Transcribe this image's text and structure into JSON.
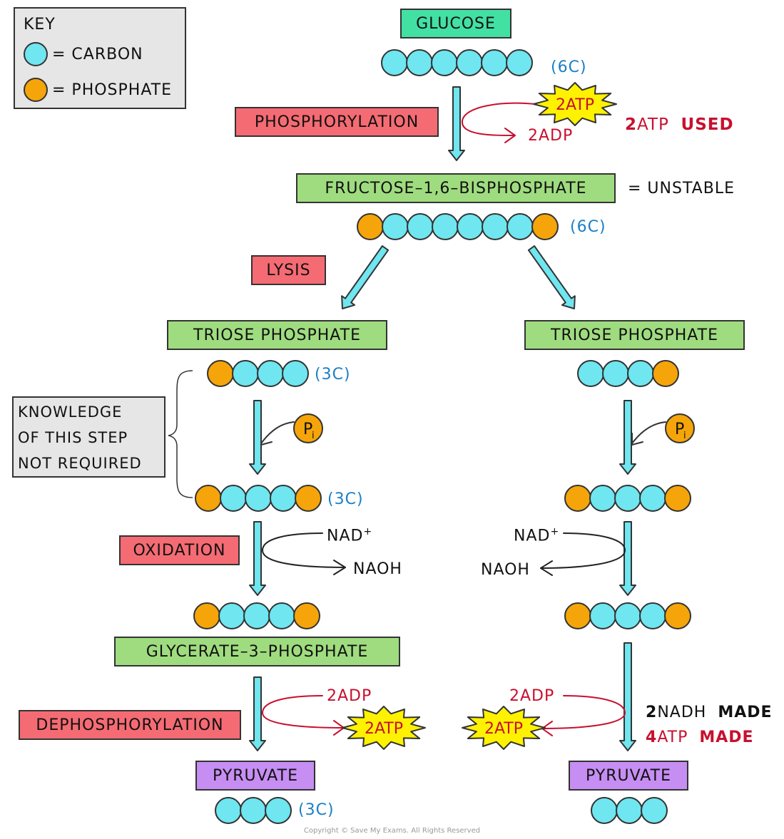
{
  "key": {
    "title": "KEY",
    "carbon_label": "= CARBON",
    "phosphate_label": "= PHOSPHATE"
  },
  "colors": {
    "carbon": "#6fe6f0",
    "phosphate": "#f5a50a",
    "arrow": "#6fe6f0",
    "atp_star": "#fff200",
    "red_text": "#c8102e",
    "blue_text": "#1a7fc6"
  },
  "molecules": {
    "glucose": "GLUCOSE",
    "f16bp": "FRUCTOSE–1,6–BISPHOSPHATE",
    "triose_left": "TRIOSE  PHOSPHATE",
    "triose_right": "TRIOSE  PHOSPHATE",
    "g3p": "GLYCERATE–3–PHOSPHATE",
    "pyruvate_left": "PYRUVATE",
    "pyruvate_right": "PYRUVATE"
  },
  "steps": {
    "phosphorylation": "PHOSPHORYLATION",
    "lysis": "LYSIS",
    "oxidation": "OXIDATION",
    "dephosphorylation": "DEPHOSPHORYLATION"
  },
  "carbon_counts": {
    "glucose": "(6C)",
    "f16bp": "(6C)",
    "triose": "(3C)",
    "triose_p": "(3C)",
    "pyruvate": "(3C)"
  },
  "labels": {
    "unstable": "= UNSTABLE",
    "atp": "2ATP",
    "adp": "2ADP",
    "nad": "NAD",
    "nad_sup": "+",
    "nadh": "NAOH",
    "pi": "P",
    "pi_sub": "i",
    "note_lines": [
      "KNOWLEDGE",
      "OF  THIS  STEP",
      "NOT   REQUIRED"
    ],
    "atp_used_num": "2",
    "atp_used_a": "ATP",
    "atp_used_b": "USED",
    "nadh_made_num": "2",
    "nadh_made_a": "NADH",
    "nadh_made_b": "MADE",
    "atp_made_num": "4",
    "atp_made_a": "ATP",
    "atp_made_b": "MADE"
  },
  "copyright": "Copyright © Save My Exams. All Rights Reserved"
}
